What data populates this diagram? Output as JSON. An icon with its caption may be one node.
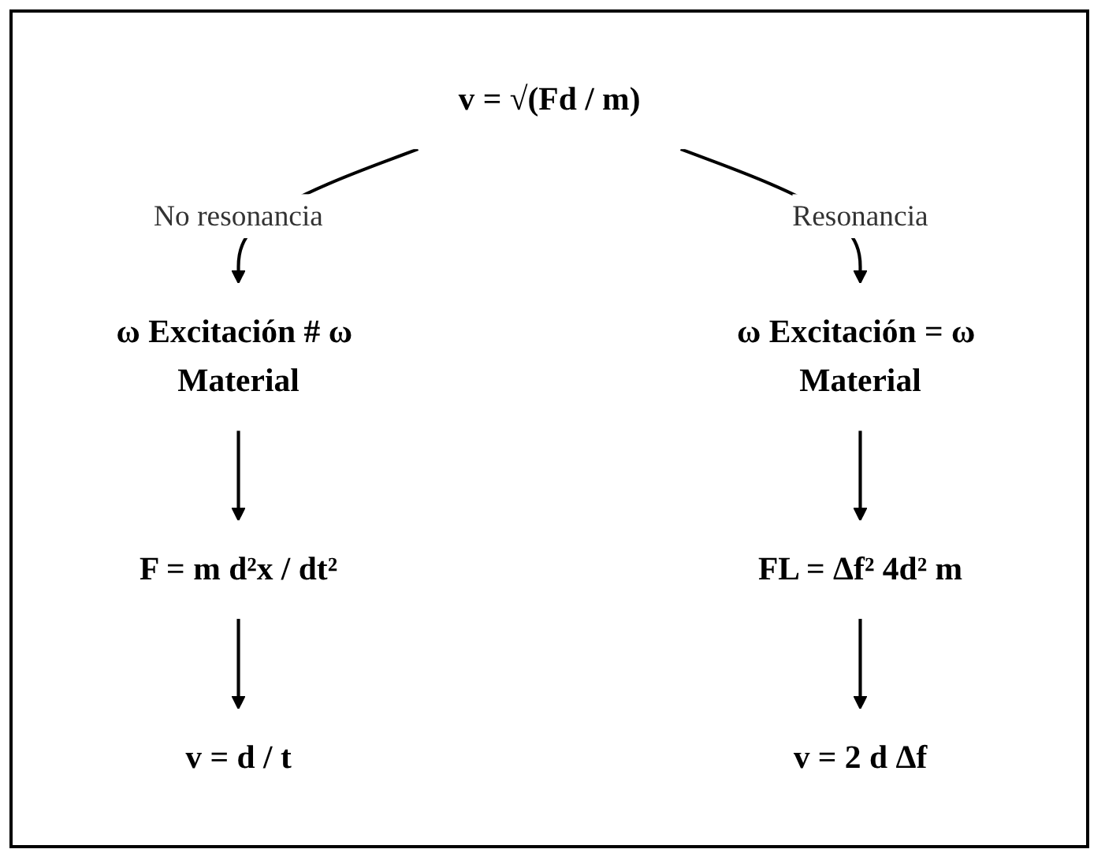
{
  "diagram": {
    "nodes": [
      {
        "text": [
          "v = √(Fd / m)"
        ]
      },
      {
        "text": [
          "ω Excitación # ω Material"
        ]
      },
      {
        "text": [
          "ω Excitación = ω Material"
        ]
      },
      {
        "text": [
          "F = m d²x / dt²"
        ]
      },
      {
        "text": [
          "v = d / t"
        ]
      },
      {
        "text": [
          "FL = Δf² 4d² m"
        ]
      },
      {
        "text": [
          "v = 2 d Δf"
        ]
      }
    ],
    "edges": [
      {
        "from": 0,
        "to": 1,
        "arrow": "to",
        "label": "No resonancia"
      },
      {
        "from": 0,
        "to": 2,
        "arrow": "to",
        "label": "Resonancia"
      },
      {
        "from": 1,
        "to": 3,
        "arrow": "to"
      },
      {
        "from": 3,
        "to": 4,
        "arrow": "to"
      },
      {
        "from": 2,
        "to": 5,
        "arrow": "to"
      },
      {
        "from": 5,
        "to": 6,
        "arrow": "to"
      }
    ]
  }
}
